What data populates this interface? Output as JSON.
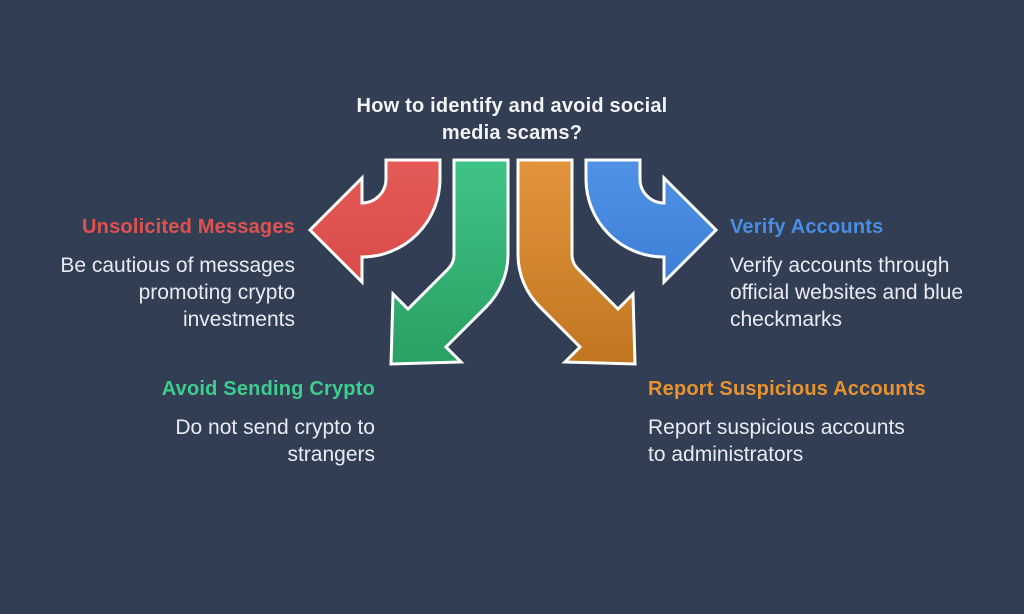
{
  "title": {
    "lines": [
      "How to identify and avoid social",
      "media scams?"
    ]
  },
  "colors": {
    "background": "#323e53",
    "title_text": "#f2f4f6",
    "body_text": "#e8ecf2"
  },
  "arrows": {
    "red": {
      "name": "left-curved-arrow",
      "top": "#e45a57",
      "bottom": "#da4b49"
    },
    "green": {
      "name": "down-left-curved-arrow",
      "top": "#3fc386",
      "bottom": "#2aa064"
    },
    "orange": {
      "name": "down-right-curved-arrow",
      "top": "#e2943c",
      "bottom": "#c0761f"
    },
    "blue": {
      "name": "right-curved-arrow",
      "top": "#4f92e6",
      "bottom": "#3d7fd6"
    }
  },
  "sections": [
    {
      "id": "unsolicited-messages",
      "heading": "Unsolicited Messages",
      "heading_color": "#e0514f",
      "lines": [
        "Be cautious of messages",
        "promoting crypto",
        "investments"
      ]
    },
    {
      "id": "verify-accounts",
      "heading": "Verify Accounts",
      "heading_color": "#4a8ee4",
      "lines": [
        "Verify accounts through",
        "official websites and blue",
        "checkmarks"
      ]
    },
    {
      "id": "avoid-sending-crypto",
      "heading": "Avoid Sending Crypto",
      "heading_color": "#3ecd8e",
      "lines": [
        "Do not send crypto to",
        "strangers"
      ]
    },
    {
      "id": "report-suspicious-accounts",
      "heading": "Report Suspicious Accounts",
      "heading_color": "#e9932f",
      "lines": [
        "Report suspicious accounts",
        "to administrators"
      ]
    }
  ]
}
